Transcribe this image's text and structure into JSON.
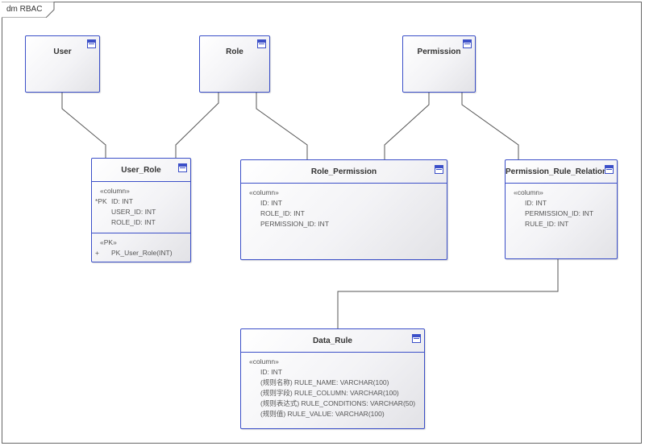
{
  "diagram": {
    "label": "dm RBAC"
  },
  "entities": {
    "user": {
      "name": "User"
    },
    "role": {
      "name": "Role"
    },
    "permission": {
      "name": "Permission"
    },
    "user_role": {
      "name": "User_Role",
      "column_stereotype": "«column»",
      "columns": [
        {
          "prefix": "*PK",
          "text": "ID: INT"
        },
        {
          "prefix": "",
          "text": "USER_ID: INT"
        },
        {
          "prefix": "",
          "text": "ROLE_ID: INT"
        }
      ],
      "op_stereotype": "«PK»",
      "operations": [
        {
          "prefix": "+",
          "text": "PK_User_Role(INT)"
        }
      ]
    },
    "role_permission": {
      "name": "Role_Permission",
      "column_stereotype": "«column»",
      "columns": [
        {
          "text": "ID: INT"
        },
        {
          "text": "ROLE_ID: INT"
        },
        {
          "text": "PERMISSION_ID: INT"
        }
      ]
    },
    "permission_rule_relation": {
      "name": "Permission_Rule_Relation",
      "column_stereotype": "«column»",
      "columns": [
        {
          "text": "ID: INT"
        },
        {
          "text": "PERMISSION_ID: INT"
        },
        {
          "text": "RULE_ID: INT"
        }
      ]
    },
    "data_rule": {
      "name": "Data_Rule",
      "column_stereotype": "«column»",
      "columns": [
        {
          "text": "ID: INT"
        },
        {
          "text": "(规则名称) RULE_NAME: VARCHAR(100)"
        },
        {
          "text": "(规则字段) RULE_COLUMN: VARCHAR(100)"
        },
        {
          "text": "(规则表达式) RULE_CONDITIONS: VARCHAR(50)"
        },
        {
          "text": "(规则值) RULE_VALUE: VARCHAR(100)"
        }
      ]
    }
  },
  "colors": {
    "border": "#3b4fc8",
    "connector": "#555555"
  },
  "icons": {
    "table": "table-icon"
  }
}
